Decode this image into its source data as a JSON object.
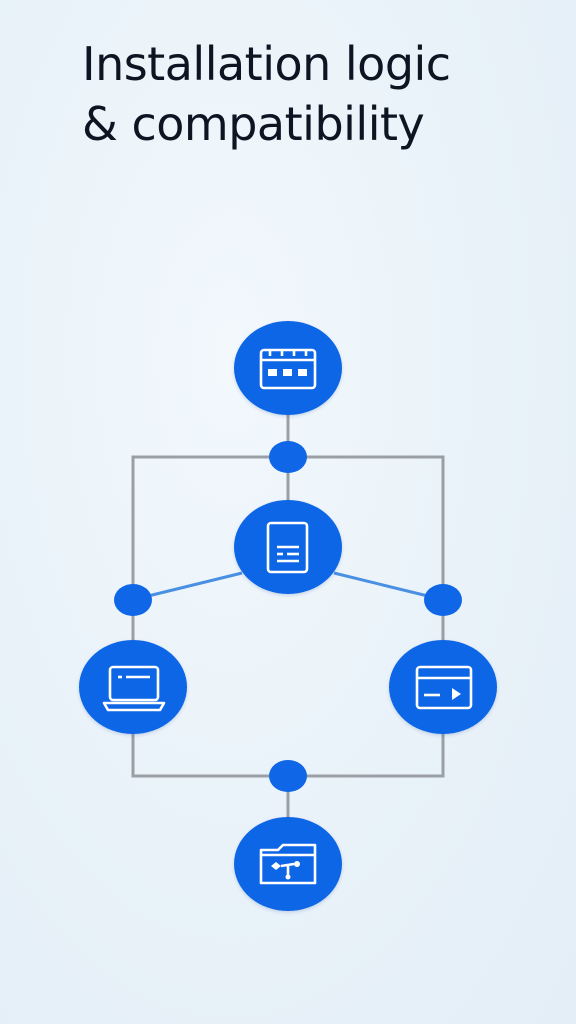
{
  "title": {
    "line1": "Installation logic",
    "line2": "& compatibility"
  },
  "colors": {
    "background": "#e9f2f9",
    "title_text": "#0d1522",
    "node_fill": "#0f66e6",
    "node_icon": "#ffffff",
    "frame_line": "#9a9fa5",
    "link_line": "#4a90e2"
  },
  "nodes": [
    {
      "id": "top",
      "icon": "calendar-window-icon"
    },
    {
      "id": "center",
      "icon": "document-icon"
    },
    {
      "id": "left",
      "icon": "laptop-icon"
    },
    {
      "id": "right",
      "icon": "media-window-icon"
    },
    {
      "id": "bottom",
      "icon": "folder-share-icon"
    }
  ],
  "junctions": [
    "top-junction",
    "left-junction",
    "right-junction",
    "bottom-junction"
  ]
}
